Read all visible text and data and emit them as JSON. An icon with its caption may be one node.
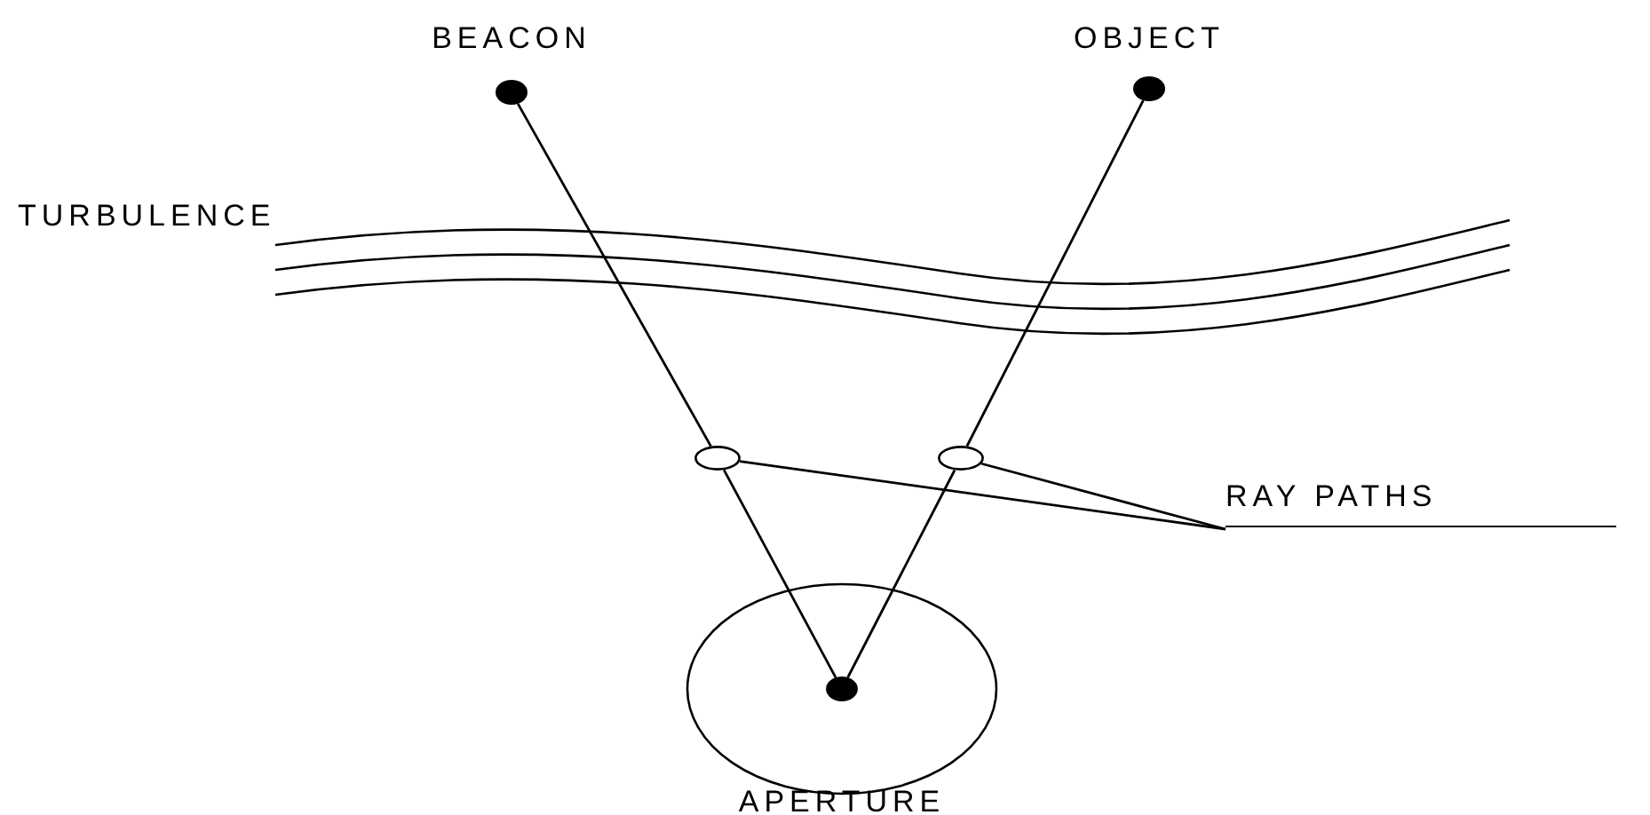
{
  "diagram": {
    "nodes": [
      {
        "text": [
          "BEACON"
        ]
      },
      {
        "text": [
          "OBJECT"
        ]
      },
      {
        "text": [],
        "shape": "circle"
      },
      {
        "text": [],
        "shape": "circle"
      },
      {
        "text": [
          "RAY PATHS"
        ]
      },
      {
        "text": [
          "APERTURE"
        ]
      },
      {
        "text": [],
        "shape": "circle",
        "in": 5
      }
    ],
    "edges": [
      {
        "from": 0,
        "to": 2,
        "arrow": "none"
      },
      {
        "from": 2,
        "to": 6,
        "arrow": "none"
      },
      {
        "from": 1,
        "to": 3,
        "arrow": "none"
      },
      {
        "from": 3,
        "to": 6,
        "arrow": "none"
      },
      {
        "from": 4,
        "to": 2,
        "arrow": "none"
      },
      {
        "from": 4,
        "to": 3,
        "arrow": "none"
      }
    ],
    "labels": [
      "TURBULENCE"
    ]
  }
}
